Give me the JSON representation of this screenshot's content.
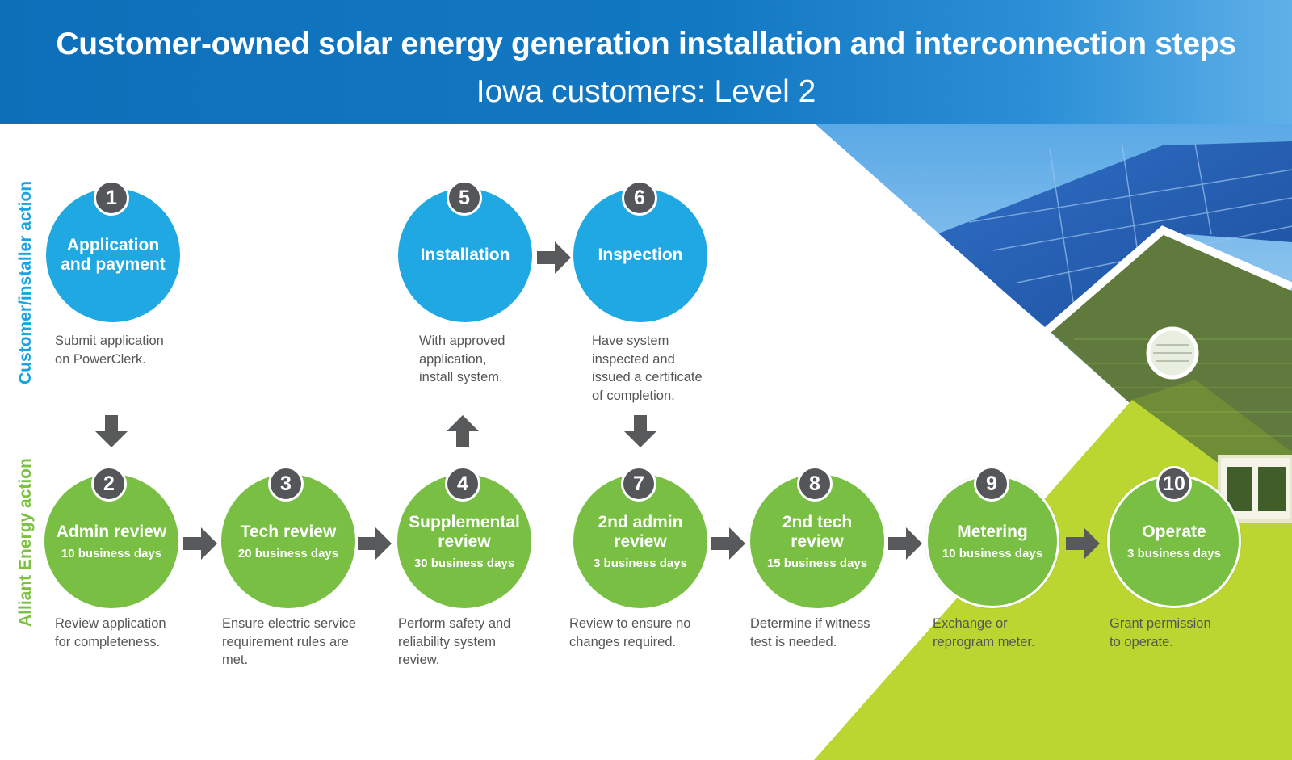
{
  "header": {
    "title": "Customer-owned solar energy generation installation and interconnection steps",
    "subtitle": "Iowa customers: Level 2"
  },
  "lanes": {
    "customer": "Customer/installer action",
    "alliant": "Alliant Energy action"
  },
  "colors": {
    "header_blue": "#1378c2",
    "customer_blue": "#20a8e3",
    "alliant_green": "#78bf44",
    "badge_gray": "#555659",
    "arrow_gray": "#58595b",
    "lime": "#bcd631"
  },
  "steps": [
    {
      "number": "1",
      "name": "Application and payment",
      "days": "",
      "description": "Submit application\non PowerClerk."
    },
    {
      "number": "2",
      "name": "Admin review",
      "days": "10 business days",
      "description": "Review application\nfor completeness."
    },
    {
      "number": "3",
      "name": "Tech review",
      "days": "20 business days",
      "description": "Ensure electric service\nrequirement rules are\nmet."
    },
    {
      "number": "4",
      "name": "Supplemental review",
      "days": "30 business days",
      "description": "Perform safety and\nreliability system\nreview."
    },
    {
      "number": "5",
      "name": "Installation",
      "days": "",
      "description": "With approved\napplication,\ninstall system."
    },
    {
      "number": "6",
      "name": "Inspection",
      "days": "",
      "description": "Have system\ninspected and\nissued a certificate\nof completion."
    },
    {
      "number": "7",
      "name": "2nd admin review",
      "days": "3 business days",
      "description": "Review to ensure no\nchanges required."
    },
    {
      "number": "8",
      "name": "2nd tech review",
      "days": "15 business days",
      "description": "Determine if witness\ntest is needed."
    },
    {
      "number": "9",
      "name": "Metering",
      "days": "10 business days",
      "description": "Exchange or\nreprogram meter."
    },
    {
      "number": "10",
      "name": "Operate",
      "days": "3 business days",
      "description": "Grant permission\nto operate."
    }
  ]
}
